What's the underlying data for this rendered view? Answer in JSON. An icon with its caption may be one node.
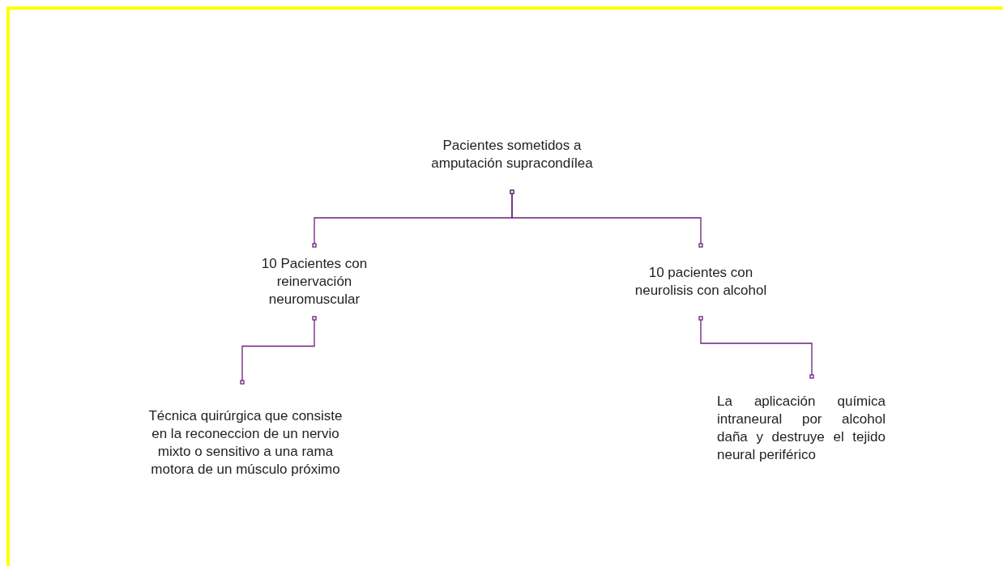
{
  "diagram": {
    "nodes": [
      {
        "text": [
          "Pacientes sometidos a amputación supracondílea"
        ]
      },
      {
        "text": [
          "10 Pacientes con reinervación neuromuscular"
        ]
      },
      {
        "text": [
          "10 pacientes con neurolisis con alcohol"
        ]
      },
      {
        "text": [
          "Técnica quirúrgica que consiste en la reconeccion de un nervio mixto o sensitivo a una rama motora de un músculo próximo"
        ]
      },
      {
        "text": [
          "La aplicación química intraneural por alcohol daña y destruye el tejido neural periférico"
        ]
      }
    ],
    "edges": [
      {
        "from": 0,
        "to": 1,
        "arrow": "other"
      },
      {
        "from": 0,
        "to": 2,
        "arrow": "other"
      },
      {
        "from": 1,
        "to": 3,
        "arrow": "other"
      },
      {
        "from": 2,
        "to": 4,
        "arrow": "other"
      }
    ]
  }
}
